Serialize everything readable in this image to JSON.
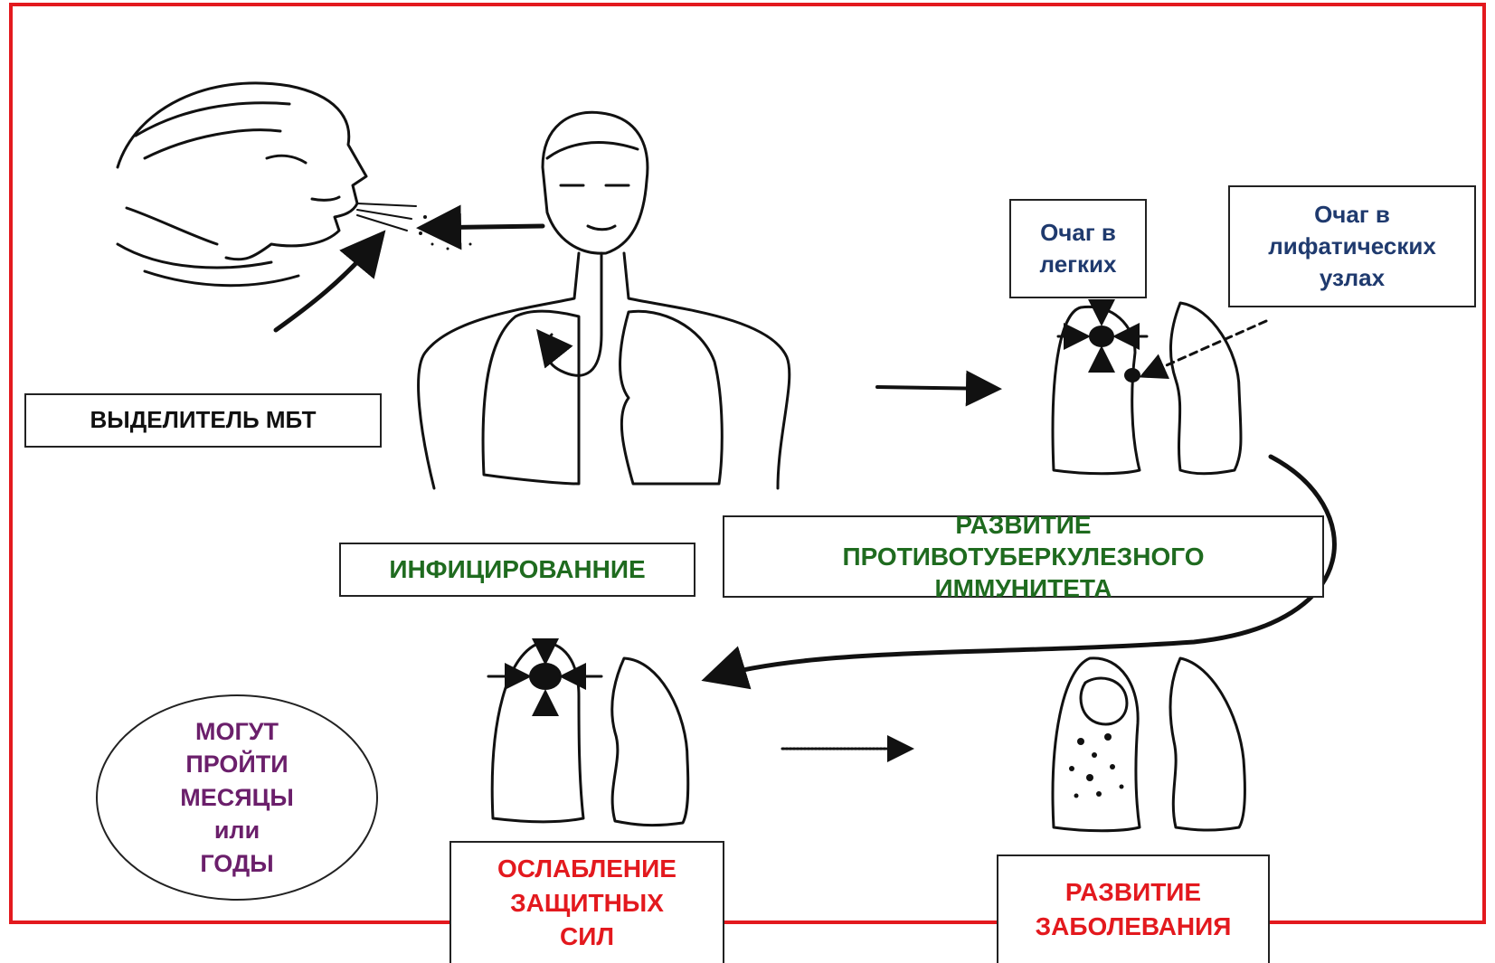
{
  "labels": {
    "excretor": "ВЫДЕЛИТЕЛЬ МБТ",
    "infection": "ИНФИЦИРОВАННИЕ",
    "immunity": "РАЗВИТИЕ\nПРОТИВОТУБЕРКУЛЕЗНОГО\nИММУНИТЕТА",
    "focus_lungs": "Очаг в\nлегких",
    "focus_nodes": "Очаг в\nлифатических\nузлах",
    "time": "МОГУТ\nПРОЙТИ\nМЕСЯЦЫ\nили\nГОДЫ",
    "weakening": "ОСЛАБЛЕНИЕ\nЗАЩИТНЫХ\nСИЛ",
    "disease": "РАЗВИТИЕ\nЗАБОЛЕВАНИЯ"
  },
  "colors": {
    "frame": "#e3191e",
    "navy": "#1f3a6e",
    "green": "#1f6b1f",
    "red": "#e3191e",
    "purple": "#6b1f6b"
  }
}
